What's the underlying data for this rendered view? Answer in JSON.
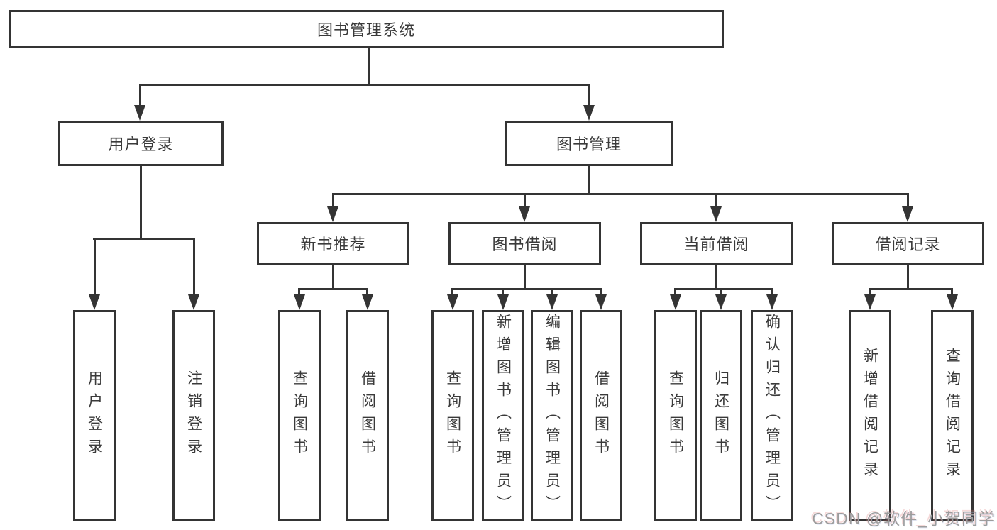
{
  "colors": {
    "line": "#343434",
    "text": "#3a3a3a",
    "box_bg": "#ffffff",
    "canvas_bg": "#ffffff",
    "watermark": "#9c9c9c"
  },
  "tree": {
    "label": "图书管理系统",
    "children": [
      {
        "label": "用户登录",
        "children": [
          {
            "label": "用户登录"
          },
          {
            "label": "注销登录"
          }
        ]
      },
      {
        "label": "图书管理",
        "children": [
          {
            "label": "新书推荐",
            "children": [
              {
                "label": "查询图书"
              },
              {
                "label": "借阅图书"
              }
            ]
          },
          {
            "label": "图书借阅",
            "children": [
              {
                "label": "查询图书"
              },
              {
                "label": "新增图书（管理员）"
              },
              {
                "label": "编辑图书（管理员）"
              },
              {
                "label": "借阅图书"
              }
            ]
          },
          {
            "label": "当前借阅",
            "children": [
              {
                "label": "查询图书"
              },
              {
                "label": "归还图书"
              },
              {
                "label": "确认归还（管理员）"
              }
            ]
          },
          {
            "label": "借阅记录",
            "children": [
              {
                "label": "新增借阅记录"
              },
              {
                "label": "查询借阅记录"
              }
            ]
          }
        ]
      }
    ]
  },
  "watermark": "CSDN @软件_小贺同学"
}
